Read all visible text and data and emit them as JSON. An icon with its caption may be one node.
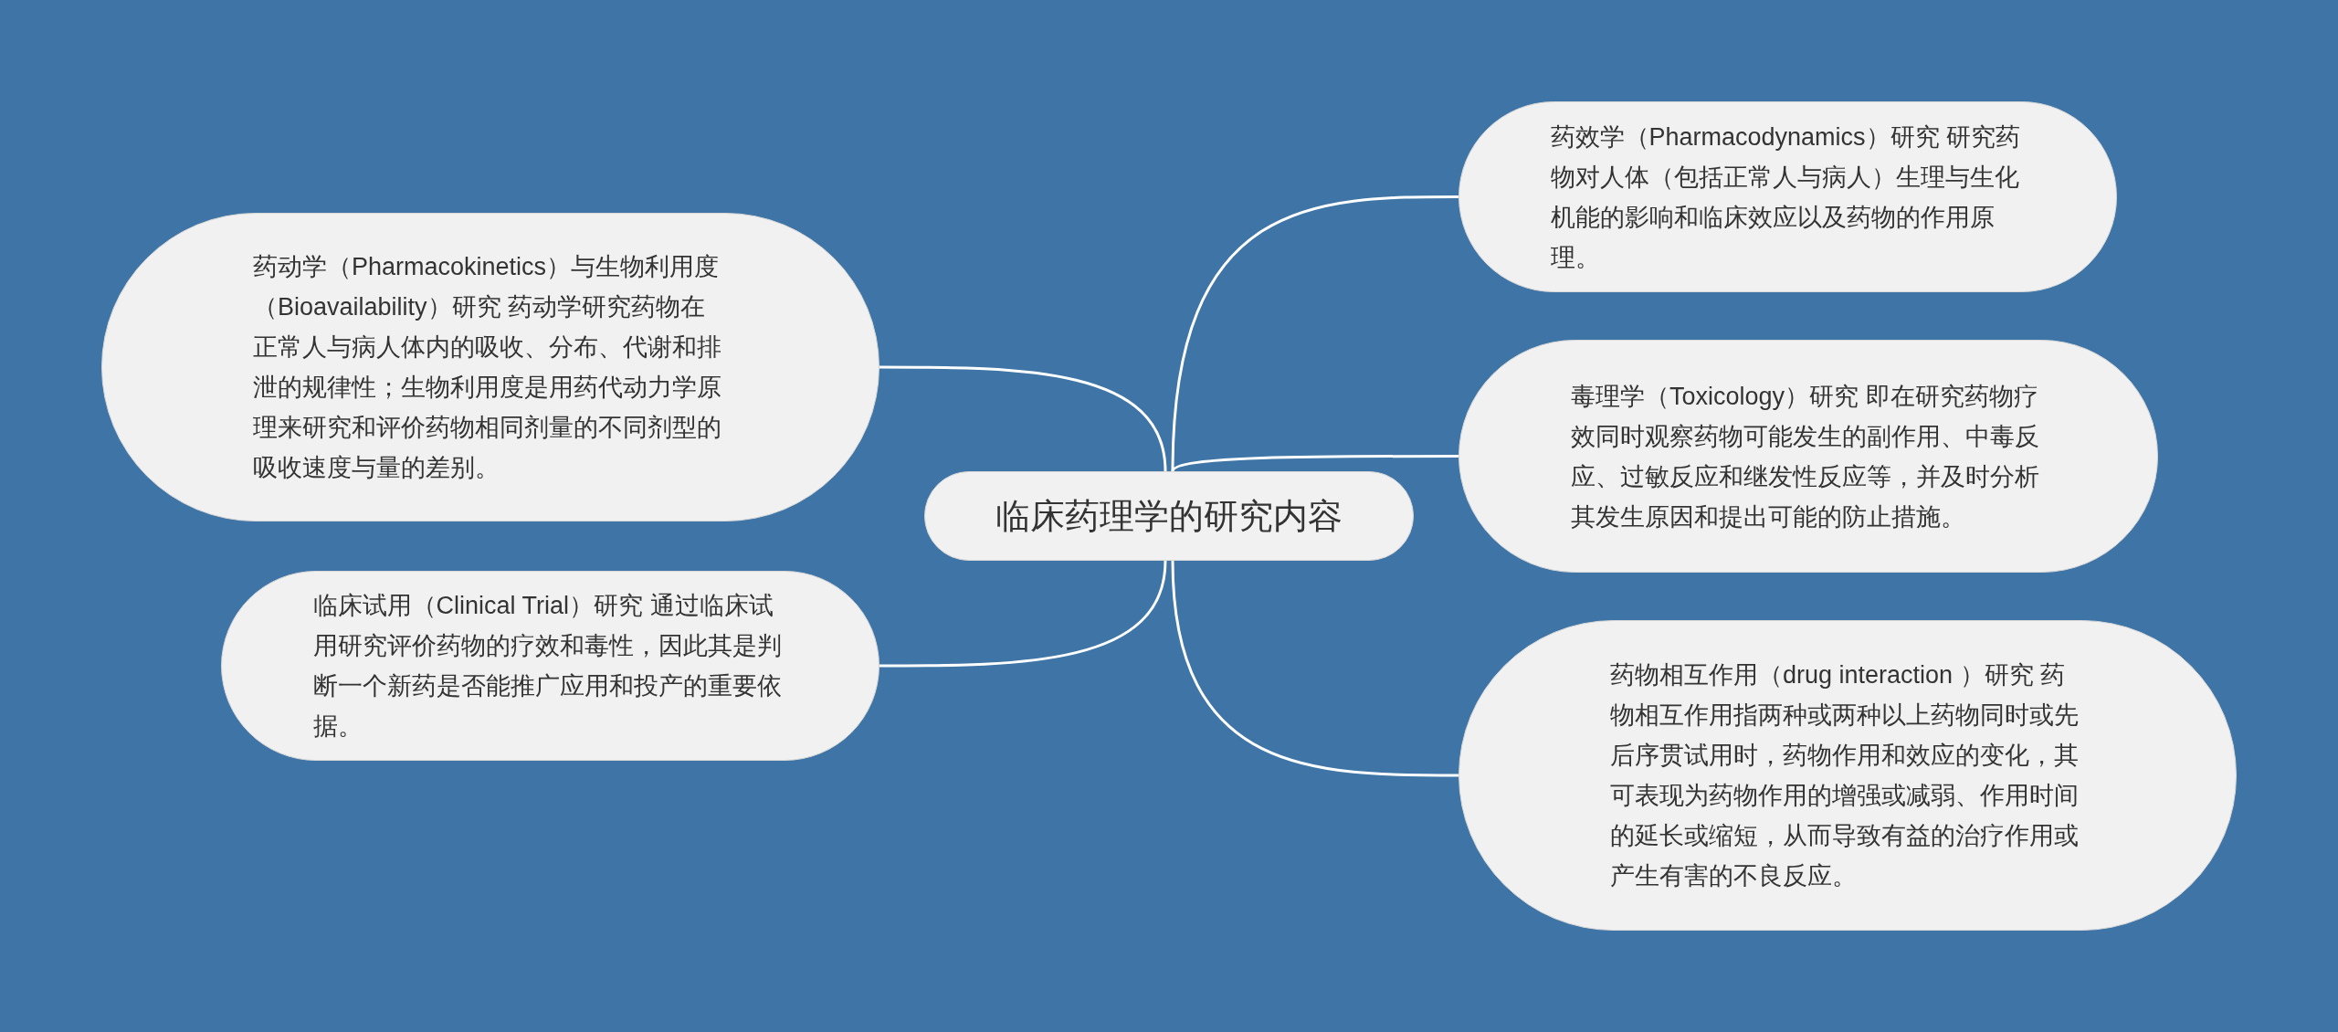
{
  "diagram": {
    "nodes": [
      {
        "text": [
          "临床药理学的研究内容"
        ]
      },
      {
        "text": [
          "药动学（Pharmacokinetics）与生物利用度（Bioavailability）研究 药动学研究药物在正常人与病人体内的吸收、分布、代谢和排泄的规律性；生物利用度是用药代动力学原理来研究和评价药物相同剂量的不同剂型的吸收速度与量的差别。"
        ]
      },
      {
        "text": [
          "临床试用（Clinical Trial）研究 通过临床试用研究评价药物的疗效和毒性，因此其是判断一个新药是否能推广应用和投产的重要依据。"
        ]
      },
      {
        "text": [
          "药效学（Pharmacodynamics）研究 研究药物对人体（包括正常人与病人）生理与生化机能的影响和临床效应以及药物的作用原理。"
        ]
      },
      {
        "text": [
          "毒理学（Toxicology）研究 即在研究药物疗效同时观察药物可能发生的副作用、中毒反应、过敏反应和继发性反应等，并及时分析其发生原因和提出可能的防止措施。"
        ]
      },
      {
        "text": [
          "药物相互作用（drug interaction ）研究 药物相互作用指两种或两种以上药物同时或先后序贯试用时，药物作用和效应的变化，其可表现为药物作用的增强或减弱、作用时间的延长或缩短，从而导致有益的治疗作用或产生有害的不良反应。"
        ]
      }
    ],
    "edges": [
      {
        "from": 0,
        "to": 1,
        "arrow": "none"
      },
      {
        "from": 0,
        "to": 2,
        "arrow": "none"
      },
      {
        "from": 0,
        "to": 3,
        "arrow": "none"
      },
      {
        "from": 0,
        "to": 4,
        "arrow": "none"
      },
      {
        "from": 0,
        "to": 5,
        "arrow": "none"
      }
    ]
  }
}
